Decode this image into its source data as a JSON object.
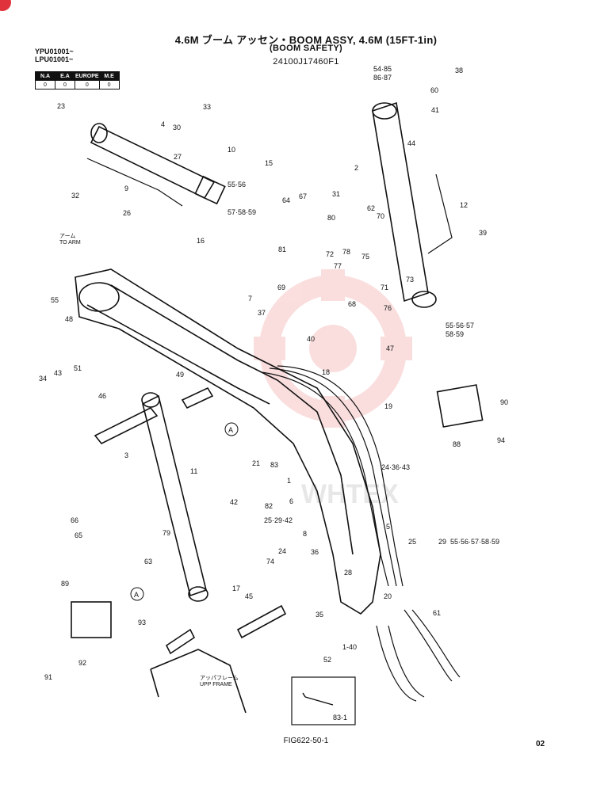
{
  "header": {
    "title": "4.6M ブーム アッセン・BOOM ASSY, 4.6M (15FT-1in)",
    "subtitle": "(BOOM SAFETY)",
    "part_number": "24100J17460F1",
    "serials": [
      "YPU01001~",
      "LPU01001~"
    ]
  },
  "region_table": {
    "headers": [
      "N.A",
      "E.A",
      "EUROPE",
      "M.E"
    ],
    "values": [
      "0",
      "0",
      "0",
      "0"
    ]
  },
  "labels": {
    "arm": "アーム\nTO ARM",
    "upper_frame": "アッパフレーム\nUPP FRAME",
    "detail_marker": "A"
  },
  "callouts": [
    "1",
    "1-40",
    "2",
    "3",
    "4",
    "5",
    "6",
    "7",
    "8",
    "9",
    "10",
    "11",
    "12",
    "15",
    "16",
    "17",
    "18",
    "19",
    "20",
    "21",
    "23",
    "24",
    "24·36·43",
    "25",
    "25·29·42",
    "26",
    "27",
    "28",
    "29",
    "30",
    "31",
    "32",
    "33",
    "34",
    "35",
    "36",
    "37",
    "38",
    "39",
    "40",
    "41",
    "42",
    "43",
    "44",
    "45",
    "46",
    "47",
    "48",
    "49",
    "51",
    "52",
    "54·85",
    "55",
    "55·56",
    "55·56·57",
    "55·56·57·58·59",
    "57·58·59",
    "58·59",
    "60",
    "61",
    "62",
    "63",
    "64",
    "65",
    "66",
    "67",
    "68",
    "69",
    "70",
    "71",
    "72",
    "73",
    "74",
    "75",
    "76",
    "77",
    "78",
    "79",
    "80",
    "81",
    "82",
    "83",
    "83-1",
    "86·87",
    "88",
    "89",
    "90",
    "91",
    "92",
    "93",
    "94"
  ],
  "footer": {
    "figure": "FIG622-50-1",
    "page": "02"
  },
  "watermark_text": "WHTEX",
  "colors": {
    "line": "#111111",
    "watermark": "#e63b3b",
    "background": "#ffffff"
  }
}
